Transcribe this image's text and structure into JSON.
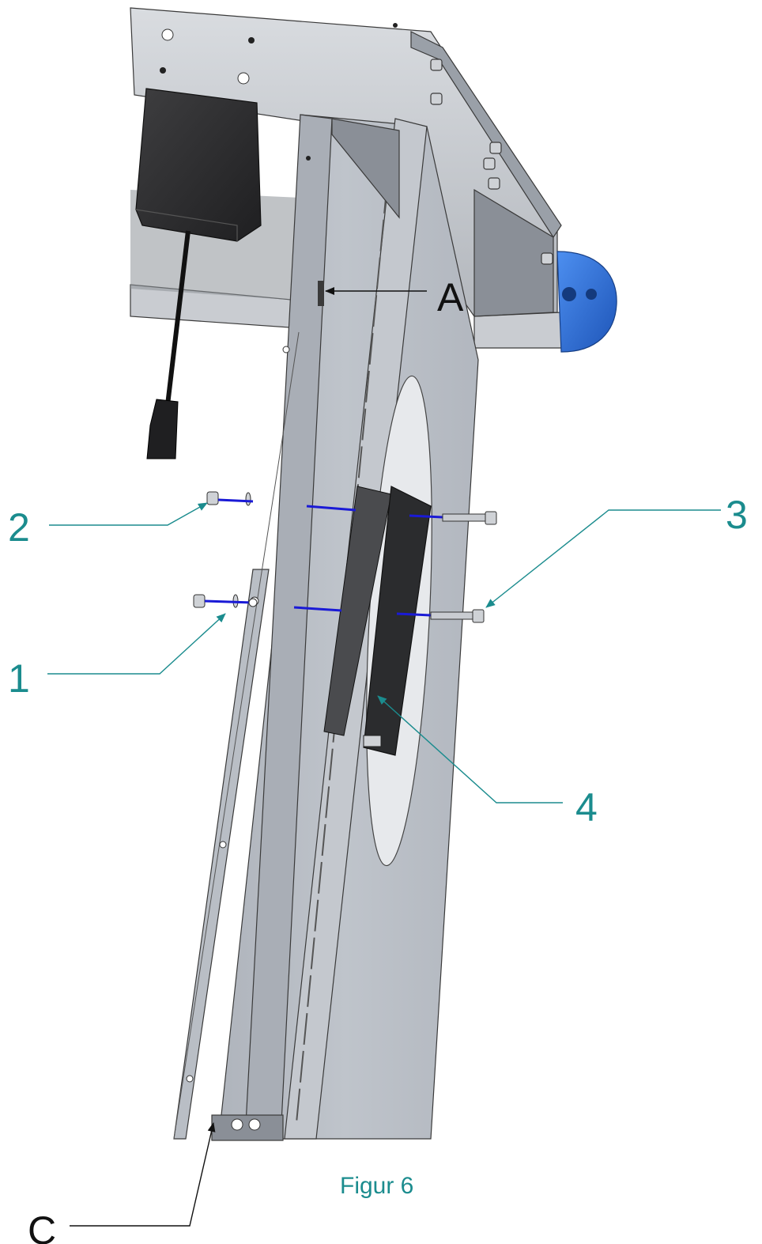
{
  "callouts": {
    "a": "A",
    "one": "1",
    "two": "2",
    "three": "3",
    "four": "4",
    "c": "C"
  },
  "caption": "Figur 6",
  "colors": {
    "callout_teal": "#1b8c8e",
    "bolt_line_blue": "#1a1ad6",
    "end_cap_blue": "#2e6fd8",
    "leg_metal": "#b7bcc4"
  }
}
